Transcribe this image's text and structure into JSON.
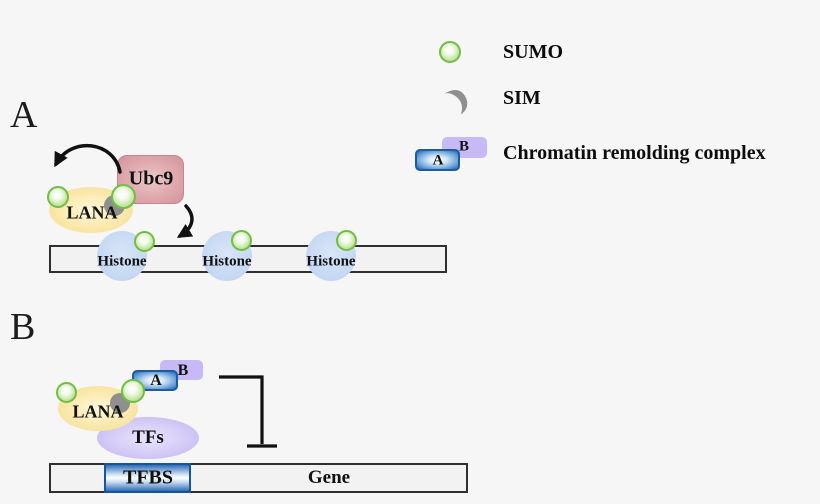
{
  "legend": {
    "sumo": {
      "label": "SUMO"
    },
    "sim": {
      "label": "SIM"
    },
    "complex": {
      "label": "Chromatin remolding complex",
      "a": "A",
      "b": "B"
    }
  },
  "panel_a": {
    "label": "A",
    "ubc9": "Ubc9",
    "lana": "LANA",
    "histones": [
      "Histone",
      "Histone",
      "Histone"
    ]
  },
  "panel_b": {
    "label": "B",
    "lana": "LANA",
    "complex": {
      "a": "A",
      "b": "B"
    },
    "tfs": "TFs",
    "dna": {
      "tfbs": "TFBS",
      "gene": "Gene"
    }
  },
  "colors": {
    "background": "#f6f6f6",
    "sumo_green": "#72bd44",
    "sim_gray": "#8f8f8f",
    "lana_yellow": "#f4dc8c",
    "ubc9_pink": "#d2949b",
    "histone_blue": "#c6d8f3",
    "tfs_purple": "#bfb3f0",
    "complex_a_blue": "#2268ae",
    "complex_b_purple": "#c7b9f6",
    "tfbs_blue": "#2e6db5",
    "dna_bar_fill": "#f2f2f2",
    "arrow_black": "#111111"
  }
}
